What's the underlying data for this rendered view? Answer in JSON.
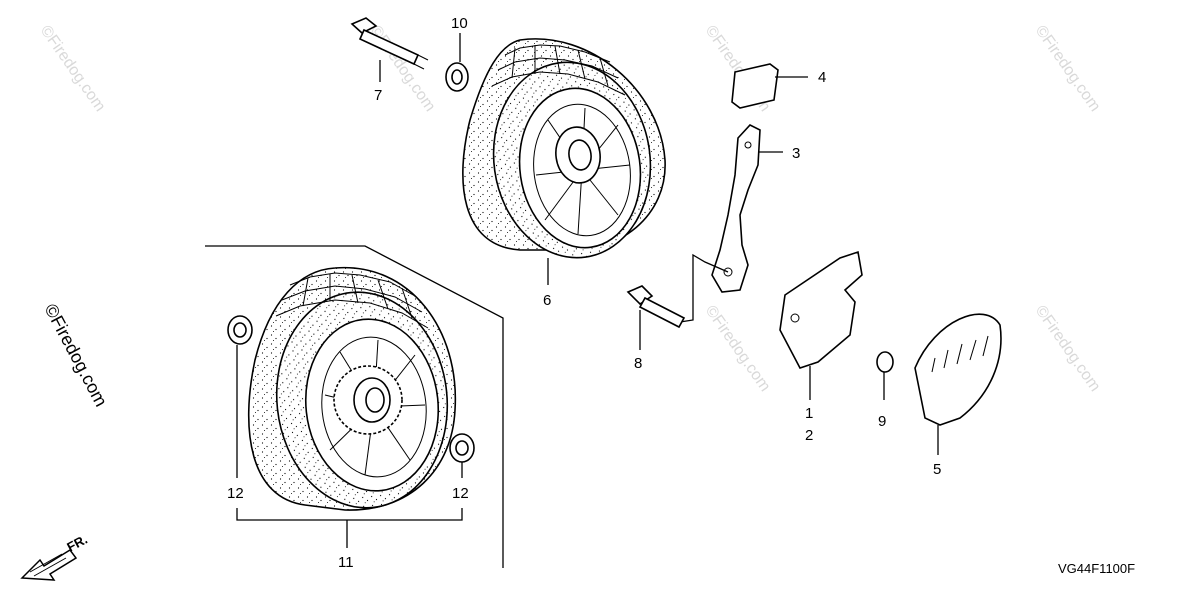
{
  "diagram": {
    "drawing_code": "VG44F1100F",
    "direction_label": "FR.",
    "watermark_text": "©Firedog.com",
    "callouts": {
      "c1": "1",
      "c2": "2",
      "c3": "3",
      "c4": "4",
      "c5": "5",
      "c6": "6",
      "c7": "7",
      "c8": "8",
      "c9": "9",
      "c10": "10",
      "c11": "11",
      "c12a": "12",
      "c12b": "12"
    }
  }
}
